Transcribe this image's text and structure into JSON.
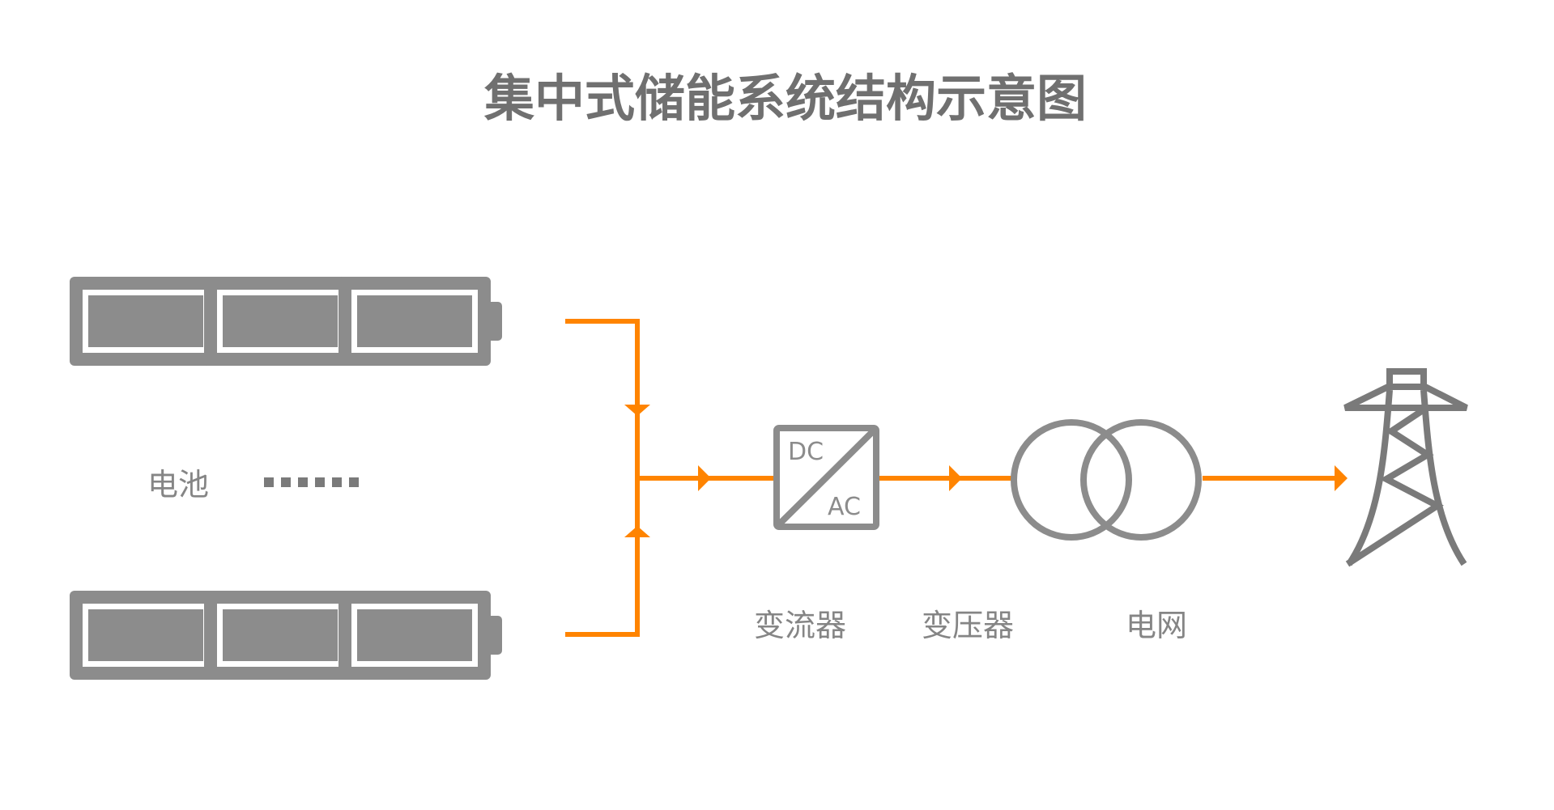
{
  "title": "集中式储能系统结构示意图",
  "colors": {
    "gray": "#8c8c8c",
    "tower_gray": "#7a7a7a",
    "text_gray": "#858585",
    "title_gray": "#707070",
    "flow_orange": "#ff8400"
  },
  "battery_bank": {
    "label": "电池",
    "ellipsis_dots": 6,
    "rows": 2,
    "cells_per_row": 3
  },
  "converter": {
    "label": "变流器",
    "top_text": "DC",
    "bottom_text": "AC"
  },
  "transformer": {
    "label": "变压器"
  },
  "grid": {
    "label": "电网",
    "icon": "transmission-tower-icon"
  }
}
